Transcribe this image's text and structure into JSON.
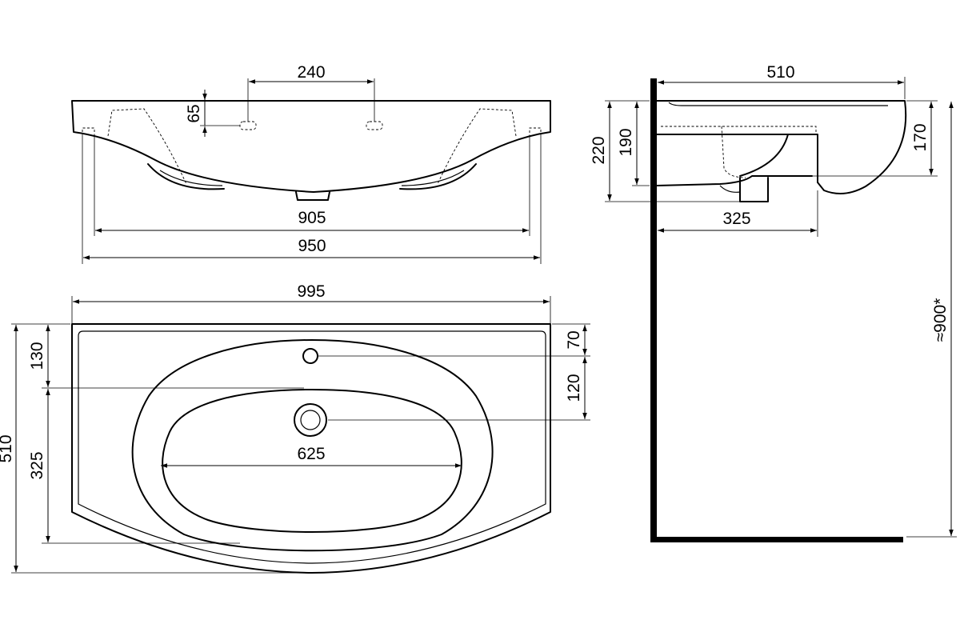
{
  "dimensions": {
    "front_hole_spacing": "240",
    "front_hole_height": "65",
    "front_inner_width": "905",
    "front_outer_width": "950",
    "top_width": "995",
    "top_depth": "510",
    "top_front_130": "130",
    "top_bowl_depth": "325",
    "top_tap_offset": "70",
    "top_drain_offset": "120",
    "top_bowl_width": "625",
    "side_depth": "510",
    "side_height_220": "220",
    "side_height_190": "190",
    "side_height_170": "170",
    "side_bracket_depth": "325",
    "side_mount_height": "≈900*"
  },
  "colors": {
    "line": "#000000",
    "background": "#ffffff"
  }
}
